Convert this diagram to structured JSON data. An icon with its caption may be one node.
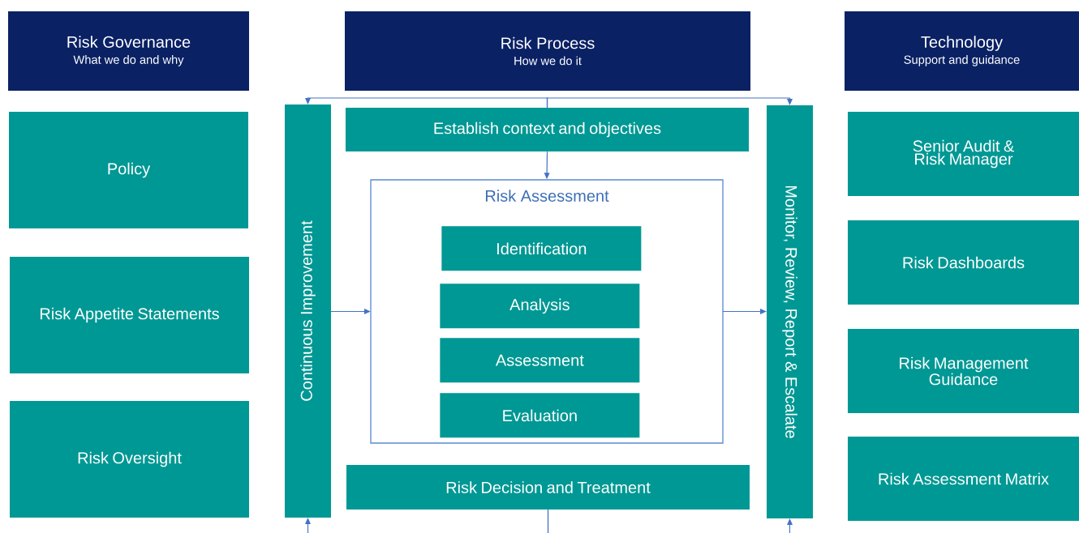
{
  "diagram": {
    "nodes": [
      {
        "text": [
          "Risk Governance",
          "What we do and why"
        ]
      },
      {
        "text": [
          "Risk Process",
          "How we do it"
        ]
      },
      {
        "text": [
          "Technology",
          "Support and guidance"
        ]
      },
      {
        "text": [
          "Policy"
        ]
      },
      {
        "text": [
          "Risk Appetite Statements"
        ]
      },
      {
        "text": [
          "Risk Oversight"
        ]
      },
      {
        "text": [
          "Continuous Improvement"
        ]
      },
      {
        "text": [
          "Establish context and objectives"
        ]
      },
      {
        "text": [
          "Risk Assessment"
        ]
      },
      {
        "text": [
          "Identification"
        ],
        "in": 8
      },
      {
        "text": [
          "Analysis"
        ],
        "in": 8
      },
      {
        "text": [
          "Assessment"
        ],
        "in": 8
      },
      {
        "text": [
          "Evaluation"
        ],
        "in": 8
      },
      {
        "text": [
          "Risk Decision and Treatment"
        ]
      },
      {
        "text": [
          "Monitor, Review, Report & Escalate"
        ]
      },
      {
        "text": [
          "Senior Audit & Risk Manager"
        ]
      },
      {
        "text": [
          "Risk Dashboards"
        ]
      },
      {
        "text": [
          "Risk Management Guidance"
        ]
      },
      {
        "text": [
          "Risk Assessment Matrix"
        ]
      }
    ],
    "edges": [
      {
        "from": 7,
        "to": 6,
        "arrow": "to"
      },
      {
        "from": 7,
        "to": 14,
        "arrow": "to"
      },
      {
        "from": 7,
        "to": 8,
        "arrow": "to"
      },
      {
        "from": 6,
        "to": 8,
        "arrow": "to"
      },
      {
        "from": 8,
        "to": 14,
        "arrow": "to"
      },
      {
        "from": 13,
        "to": 6,
        "arrow": "to"
      },
      {
        "from": 13,
        "to": 14,
        "arrow": "to"
      }
    ]
  }
}
